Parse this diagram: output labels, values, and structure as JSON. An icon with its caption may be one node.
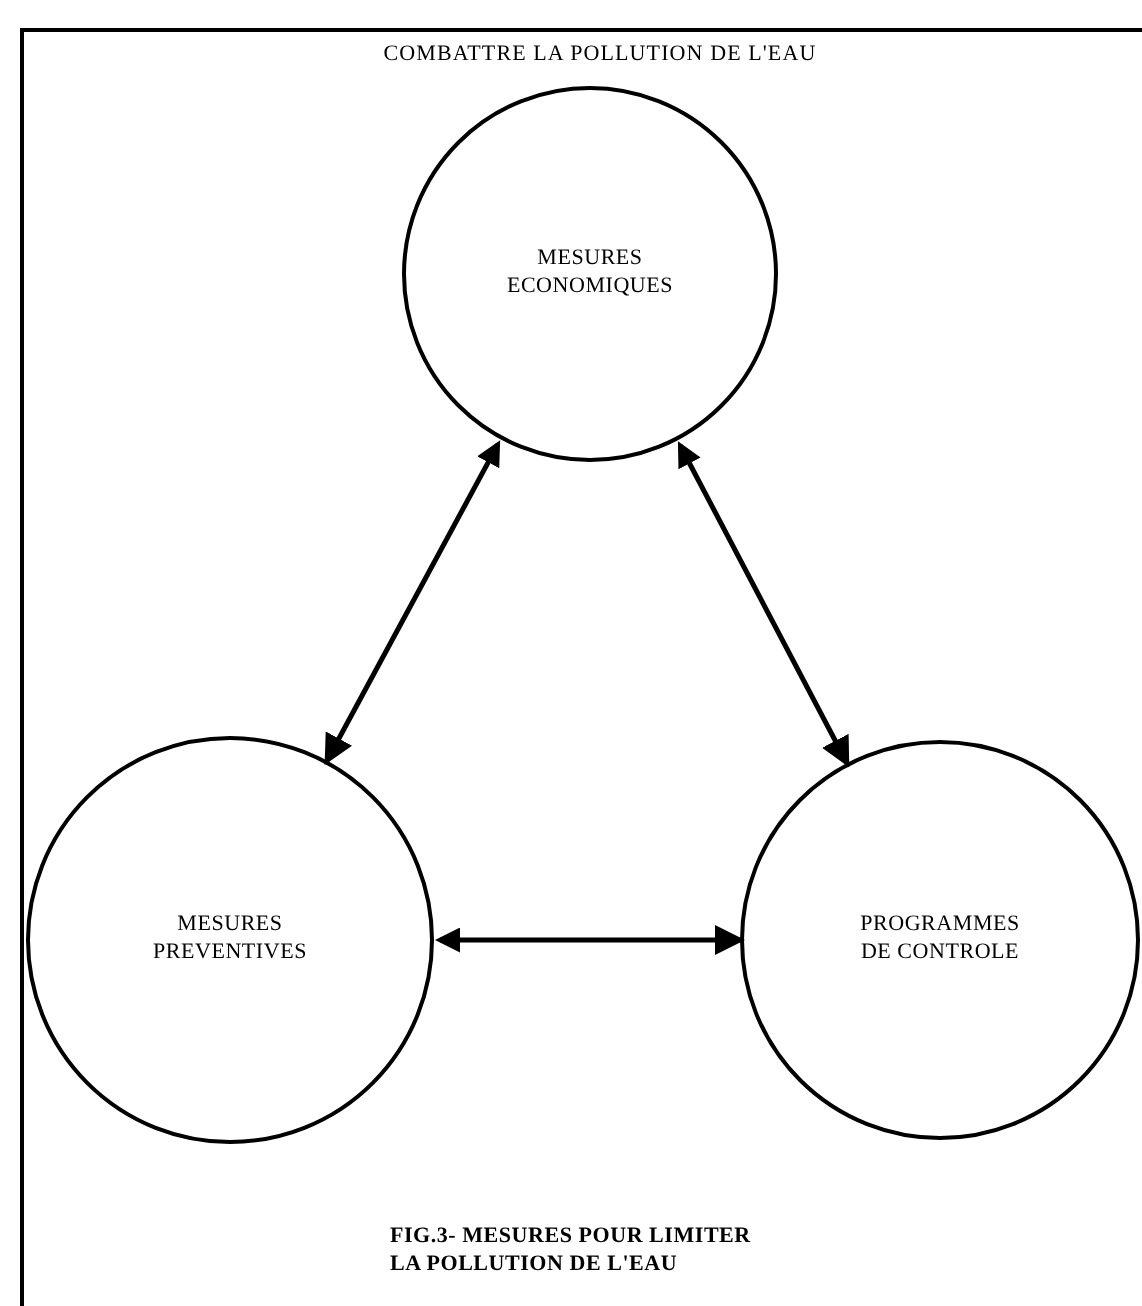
{
  "diagram": {
    "title": "COMBATTRE LA POLLUTION DE L'EAU",
    "caption": "FIG.3- MESURES POUR LIMITER LA POLLUTION DE L'EAU",
    "nodes": [
      {
        "text": [
          "MESURES ECONOMIQUES"
        ]
      },
      {
        "text": [
          "MESURES PREVENTIVES"
        ]
      },
      {
        "text": [
          "PROGRAMMES DE CONTROLE"
        ]
      }
    ],
    "edges": [
      {
        "from": 0,
        "to": 1,
        "arrow": "both"
      },
      {
        "from": 0,
        "to": 2,
        "arrow": "both"
      },
      {
        "from": 1,
        "to": 2,
        "arrow": "both"
      }
    ]
  }
}
